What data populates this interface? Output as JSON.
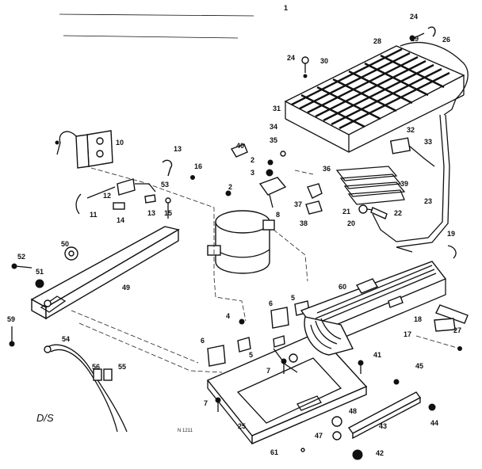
{
  "diagram": {
    "top_mark": "1",
    "corner_note": "D/S",
    "drawing_code": "N 1211",
    "part_labels": [
      "2",
      "3",
      "4",
      "5",
      "6",
      "7",
      "8",
      "10",
      "11",
      "12",
      "13",
      "14",
      "15",
      "16",
      "17",
      "18",
      "19",
      "20",
      "21",
      "22",
      "23",
      "24",
      "25",
      "26",
      "27",
      "28",
      "29",
      "30",
      "31",
      "32",
      "33",
      "34",
      "35",
      "36",
      "37",
      "38",
      "39",
      "40",
      "41",
      "42",
      "43",
      "44",
      "45",
      "47",
      "48",
      "49",
      "50",
      "51",
      "52",
      "53",
      "54",
      "55",
      "56",
      "59",
      "60",
      "61"
    ]
  }
}
